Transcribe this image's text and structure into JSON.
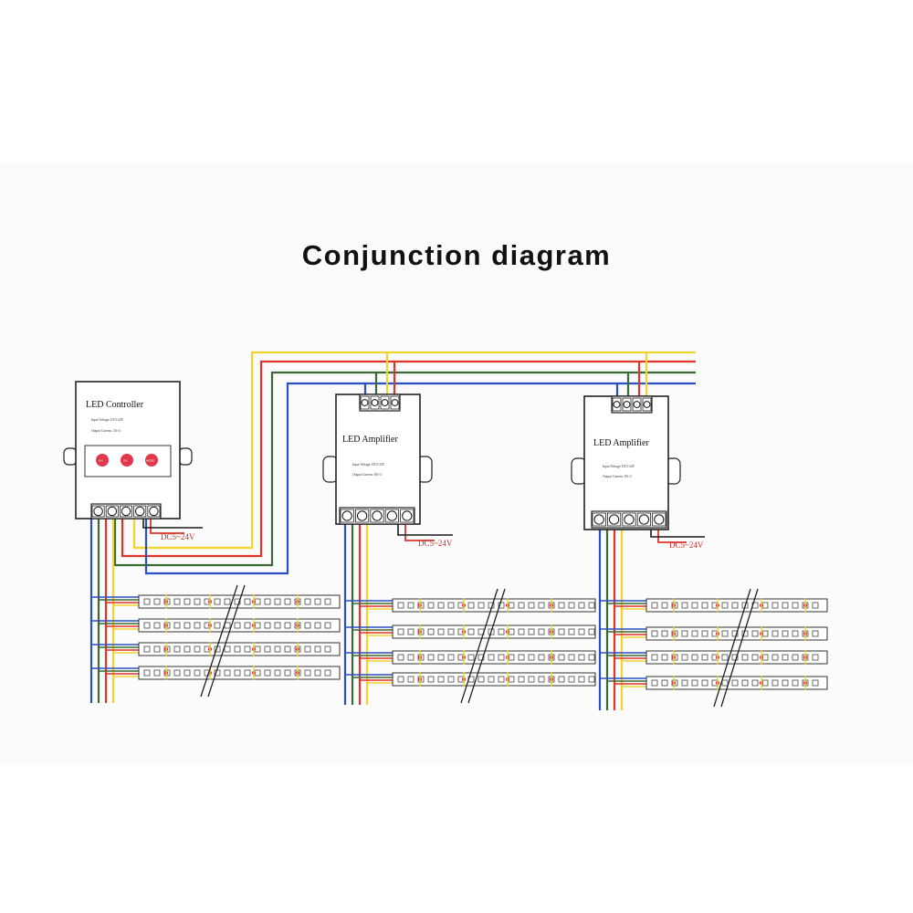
{
  "title": "Conjunction diagram",
  "controller": {
    "name": "LED Controller",
    "spec_voltage": "Input Voltage: DC5-24V",
    "spec_current": "Output Current: 3A×3",
    "buttons": [
      "ON",
      "ON",
      "MODE"
    ]
  },
  "amplifiers": [
    {
      "name": "LED Amplifier",
      "spec_voltage": "Input Voltage: DC5-24V",
      "spec_current": "Output Current: 8A×3"
    },
    {
      "name": "LED Amplifier",
      "spec_voltage": "Input Voltage: DC5-24V",
      "spec_current": "Output Current: 8A×3"
    }
  ],
  "power_labels": [
    "DC5~24V",
    "DC5~24V",
    "DC5~24V"
  ],
  "wire_colors": {
    "red": "#e0352b",
    "green": "#3a6b35",
    "blue": "#2b4fc4",
    "yellow": "#f2d32f",
    "black": "#1a1a1a"
  },
  "strip_rows_per_group": 4
}
